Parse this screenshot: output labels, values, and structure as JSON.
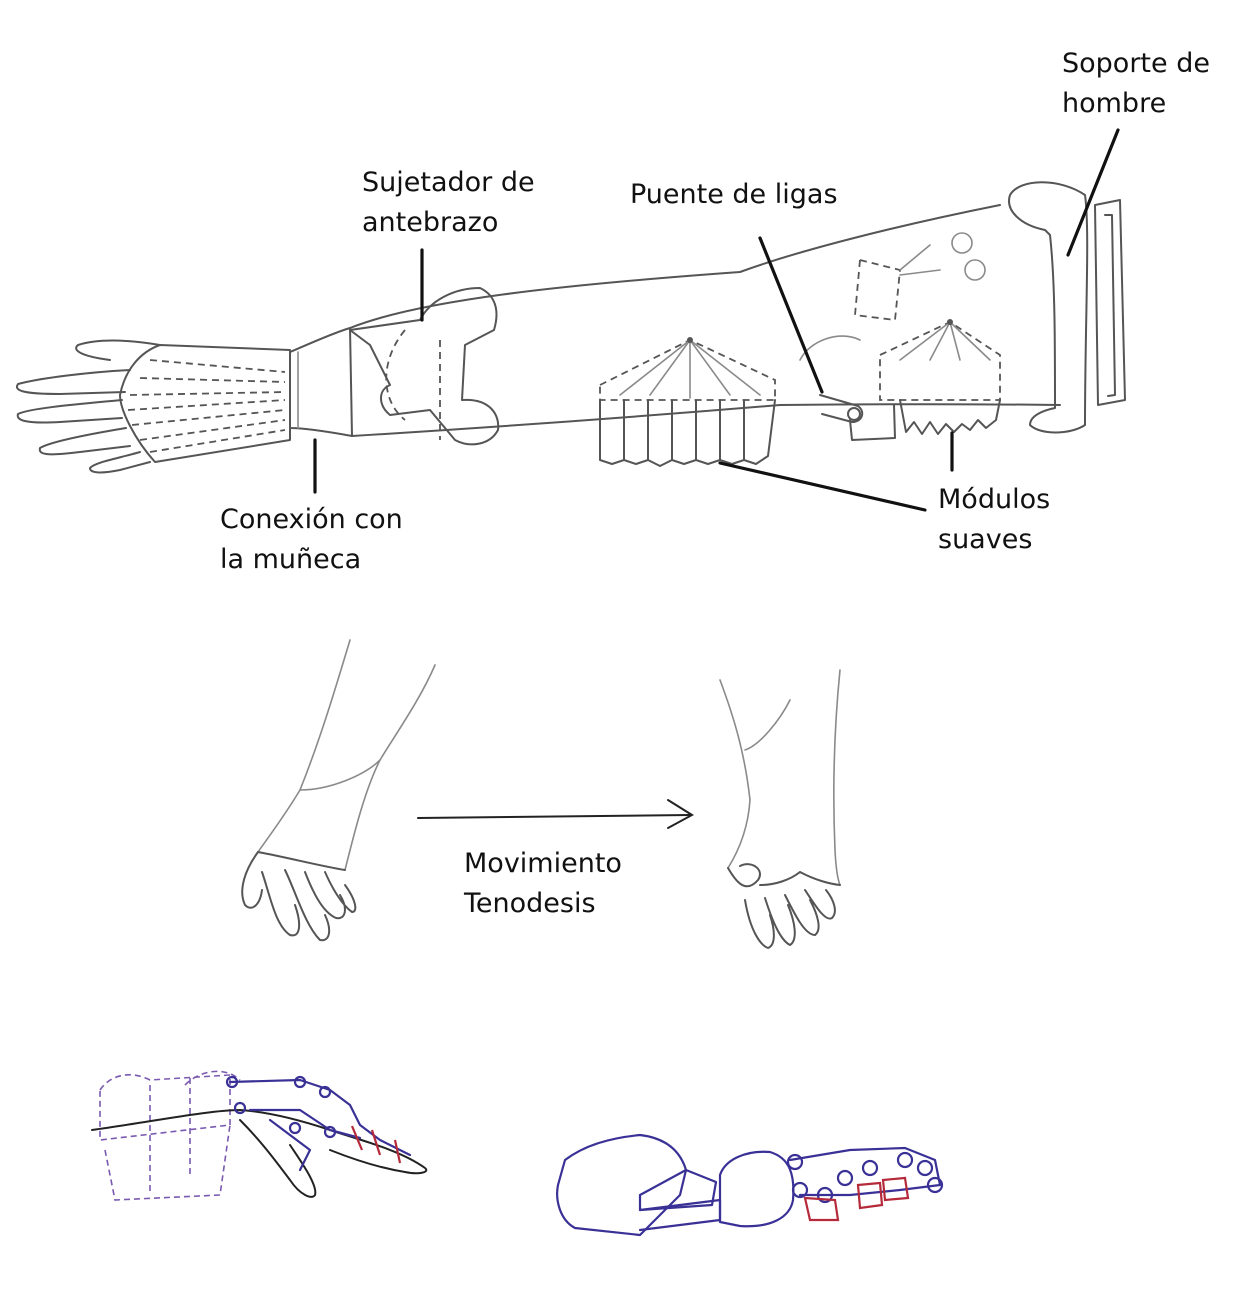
{
  "labels": {
    "shoulder_support": [
      "Soporte de",
      "hombre"
    ],
    "forearm_holder": [
      "Sujetador de",
      "antebrazo"
    ],
    "band_bridge": "Puente de ligas",
    "wrist_connection": [
      "Conexión con",
      "la muñeca"
    ],
    "soft_modules": [
      "Módulos",
      "suaves"
    ],
    "tenodesis": [
      "Movimiento",
      "Tenodesis"
    ]
  },
  "colors": {
    "pencil": "#555555",
    "leader_line": "#111111",
    "cad_blue": "#3a3196",
    "cad_red": "#b52a3a"
  }
}
